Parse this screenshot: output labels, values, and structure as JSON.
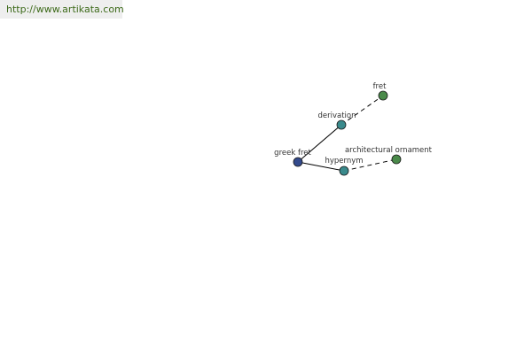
{
  "header": {
    "url": "http://www.artikata.com"
  },
  "colors": {
    "center_node": "#334a8c",
    "relation_node": "#3a8a8c",
    "leaf_node": "#4a8a4a",
    "edge": "#000000",
    "label": "#333333"
  },
  "graph": {
    "nodes": [
      {
        "id": "greek-fret",
        "label": "greek fret",
        "role": "center"
      },
      {
        "id": "derivation",
        "label": "derivation",
        "role": "relation"
      },
      {
        "id": "hypernym",
        "label": "hypernym",
        "role": "relation"
      },
      {
        "id": "fret",
        "label": "fret",
        "role": "leaf"
      },
      {
        "id": "architectural-ornament",
        "label": "architectural ornament",
        "role": "leaf"
      }
    ],
    "edges": [
      {
        "from": "greek-fret",
        "to": "derivation",
        "style": "solid"
      },
      {
        "from": "greek-fret",
        "to": "hypernym",
        "style": "solid"
      },
      {
        "from": "derivation",
        "to": "fret",
        "style": "dashed"
      },
      {
        "from": "hypernym",
        "to": "architectural-ornament",
        "style": "dashed"
      }
    ]
  }
}
